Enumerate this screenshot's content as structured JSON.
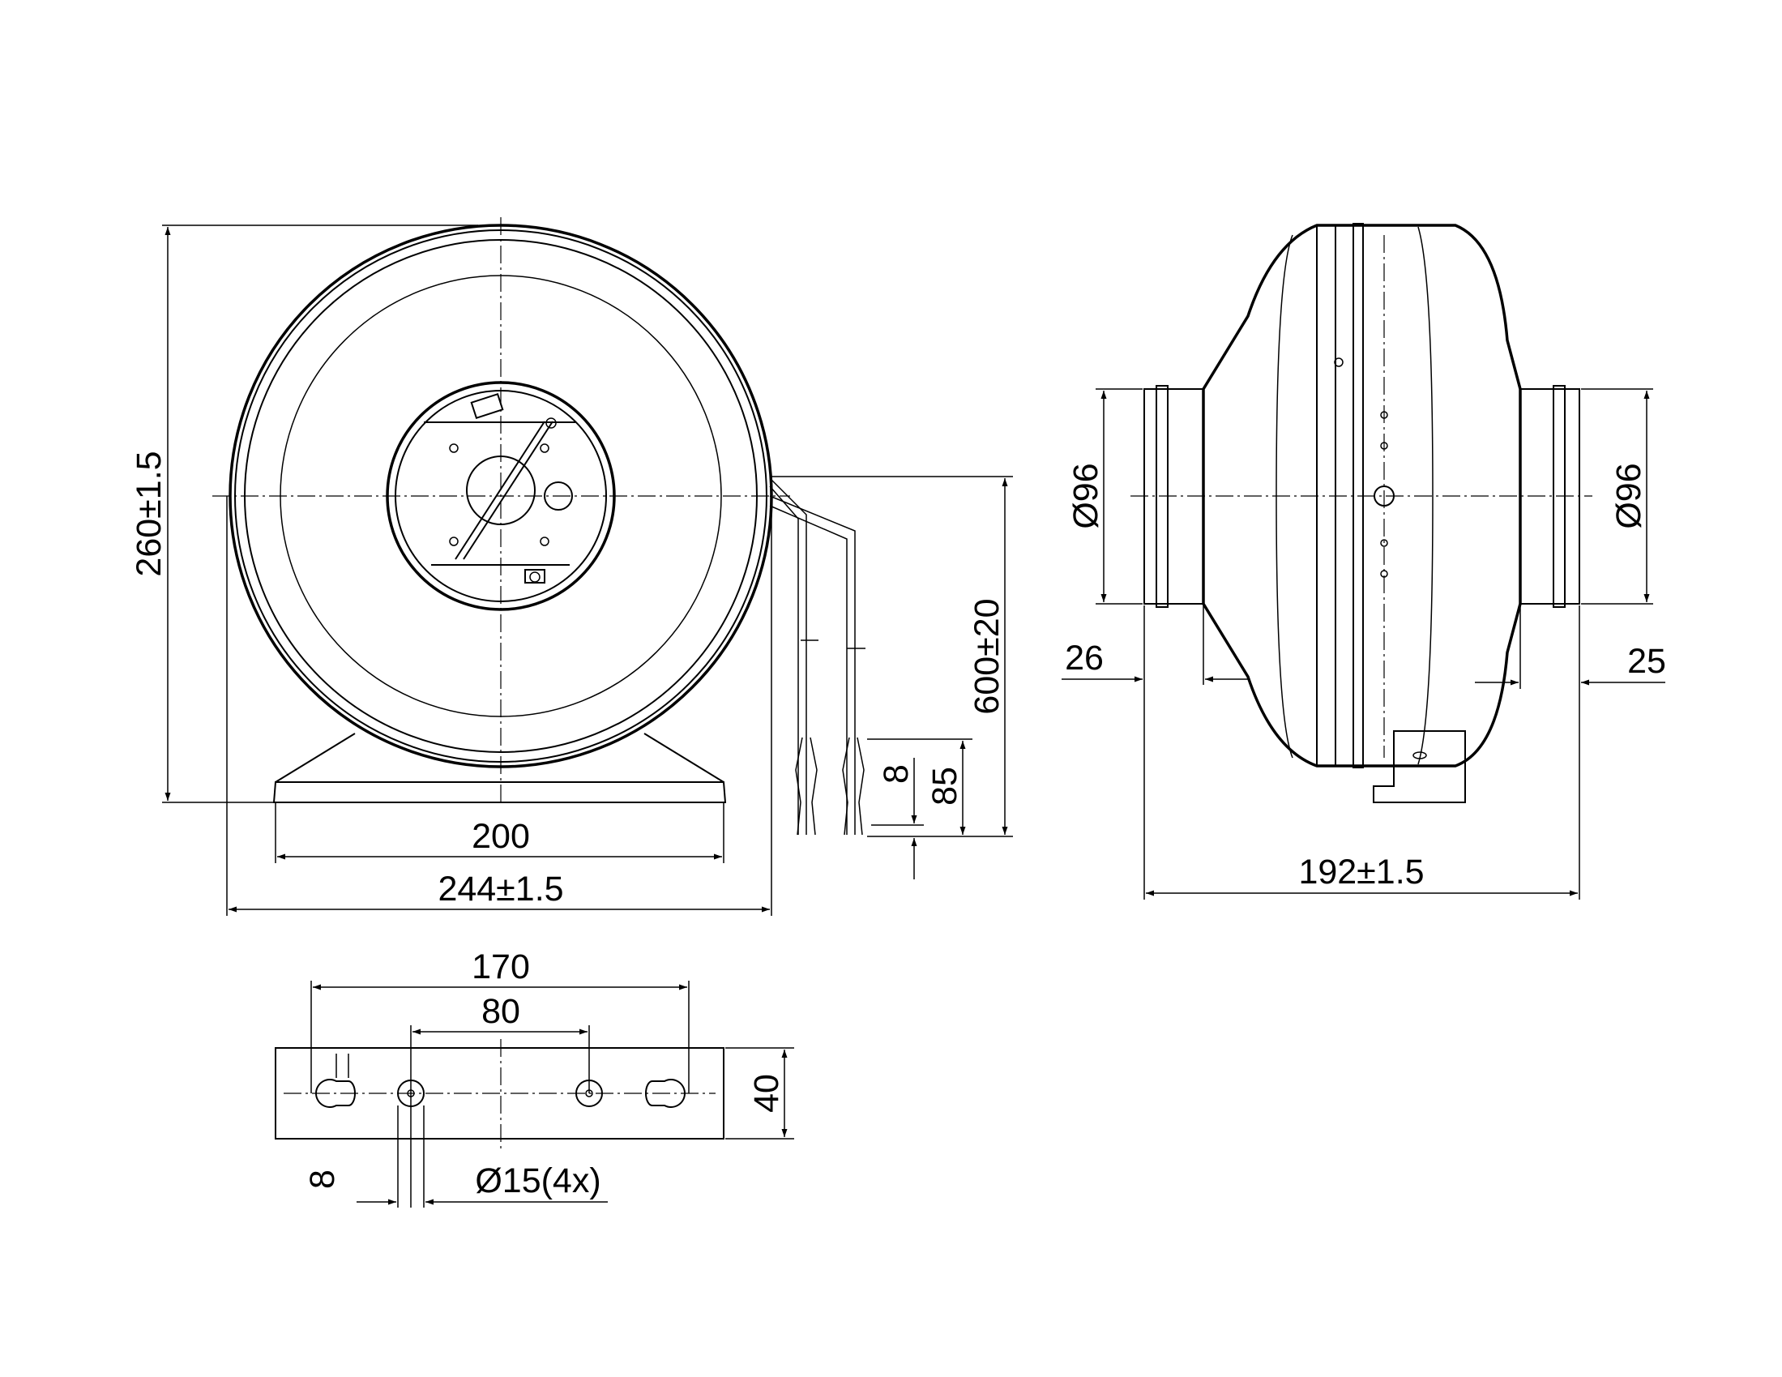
{
  "front_view": {
    "dim_height": "260±1.5",
    "dim_base_width": "200",
    "dim_overall_width": "244±1.5",
    "dim_cable_length": "600±20",
    "dim_strip_short": "8",
    "dim_strip_long": "85"
  },
  "side_view": {
    "dim_left_diameter": "Ø96",
    "dim_right_diameter": "Ø96",
    "dim_left_collar": "26",
    "dim_right_collar": "25",
    "dim_overall_length": "192±1.5"
  },
  "bracket_view": {
    "dim_outer_holes": "170",
    "dim_inner_holes": "80",
    "dim_height": "40",
    "dim_slot_offset": "8",
    "dim_hole_diameter": "Ø15(4x)"
  }
}
